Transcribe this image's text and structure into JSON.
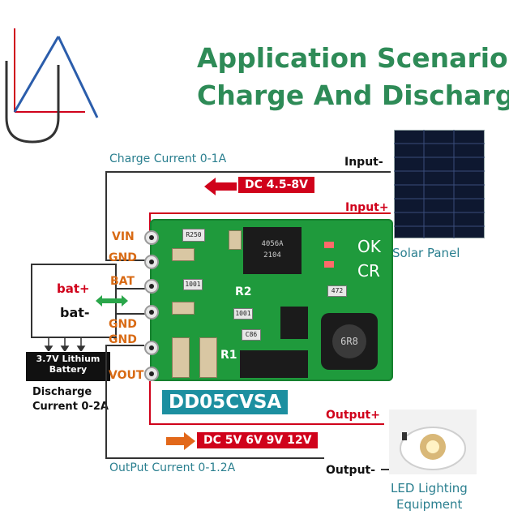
{
  "title": {
    "line1": "Application Scenarios",
    "line2": "Charge And Discharge"
  },
  "pins": {
    "vin": "VIN",
    "gnd1": "GND",
    "bat": "BAT",
    "gnd2": "GND",
    "gnd3": "GND",
    "vout": "VOUT"
  },
  "top": {
    "charge_current": "Charge Current 0-1A",
    "input_voltage": "DC 4.5-8V",
    "input_minus": "Input-",
    "input_plus": "Input+"
  },
  "solar": {
    "label": "Solar Panel"
  },
  "battery": {
    "plus": "bat+",
    "minus": "bat-",
    "name_line1": "3.7V Lithium",
    "name_line2": "Battery",
    "discharge_line1": "Discharge",
    "discharge_line2": "Current 0-2A"
  },
  "board": {
    "model": "DD05CVSA",
    "ok": "OK",
    "cr": "CR",
    "r2": "R2",
    "r1": "R1",
    "chip_text": "4056A",
    "chip_sub": "2104",
    "c1": "R250",
    "c2": "1001",
    "c3": "1001",
    "c4": "C86",
    "c5": "472",
    "inductor": "6R8"
  },
  "bottom": {
    "output_plus": "Output+",
    "output_voltage": "DC 5V 6V 9V 12V",
    "output_minus": "Output-",
    "output_current": "OutPut Current 0-1.2A"
  },
  "led": {
    "line1": "LED Lighting",
    "line2": "Equipment"
  },
  "colors": {
    "green_title": "#2e8b57",
    "red": "#d0021b",
    "board": "#1f9a3c",
    "teal": "#1c8fa0"
  },
  "icons": [
    "logo-mark",
    "solar-panel-icon",
    "led-lamp-icon",
    "arrow-left-icon",
    "arrow-right-icon",
    "double-arrow-icon"
  ]
}
